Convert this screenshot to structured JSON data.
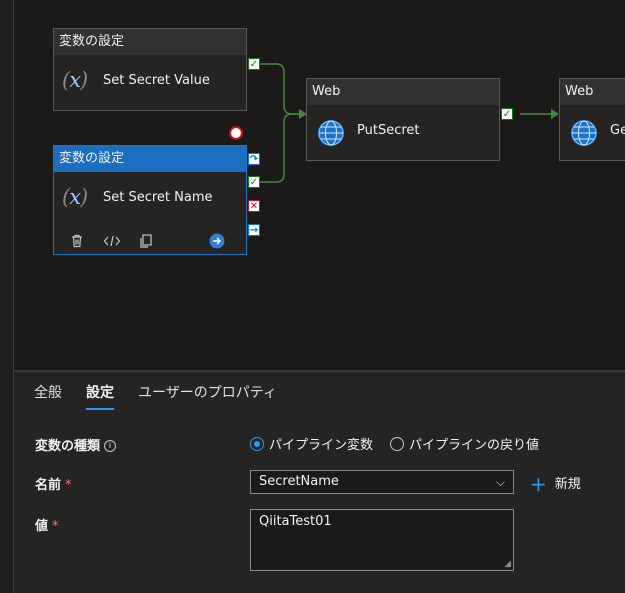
{
  "pipeline": {
    "activities": [
      {
        "type_label": "変数の設定",
        "name": "Set Secret Value",
        "icon": "variable-x-icon"
      },
      {
        "type_label": "変数の設定",
        "name": "Set Secret Name",
        "icon": "variable-x-icon",
        "selected": true
      },
      {
        "type_label": "Web",
        "name": "PutSecret",
        "icon": "globe-icon"
      },
      {
        "type_label": "Web",
        "name": "Ge",
        "icon": "globe-icon"
      }
    ],
    "toolbar_icons": [
      "trash-icon",
      "code-icon",
      "copy-icon",
      "arrow-circle-icon"
    ],
    "port_icons": [
      "completion-icon",
      "success-check-icon",
      "failure-x-icon",
      "skip-arrow-icon"
    ],
    "colors": {
      "success": "#107c10",
      "failure": "#c50f1f",
      "accent": "#0078d4",
      "connector": "#3f8a3f"
    }
  },
  "properties": {
    "tabs": [
      {
        "label": "全般",
        "active": false
      },
      {
        "label": "設定",
        "active": true
      },
      {
        "label": "ユーザーのプロパティ",
        "active": false
      }
    ],
    "variable_type": {
      "label": "変数の種類",
      "info_icon": "info-icon",
      "options": [
        {
          "label": "パイプライン変数",
          "selected": true
        },
        {
          "label": "パイプラインの戻り値",
          "selected": false
        }
      ]
    },
    "name": {
      "label": "名前",
      "required_mark": "*",
      "value": "SecretName",
      "new_label": "新規"
    },
    "value": {
      "label": "値",
      "required_mark": "*",
      "value": "QiitaTest01"
    }
  }
}
